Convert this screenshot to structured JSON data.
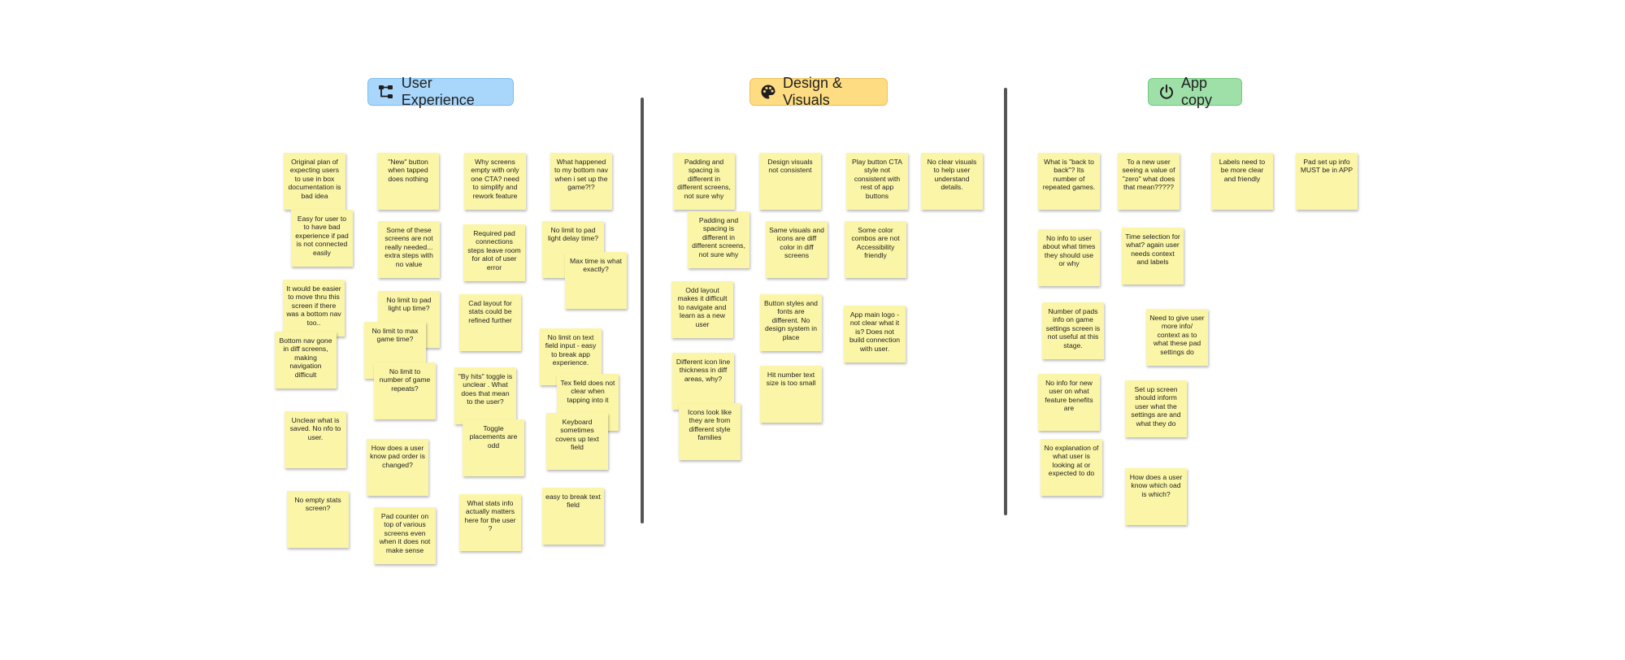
{
  "colors": {
    "ux_header": "#a9d6fb",
    "design_header": "#fddc82",
    "copy_header": "#9fe0a9",
    "sticky": "#fbf6a7",
    "divider": "#555555"
  },
  "sections": [
    {
      "id": "ux",
      "title": "User Experience",
      "icon": "flow-chart-icon"
    },
    {
      "id": "design",
      "title": "Design & Visuals",
      "icon": "palette-icon"
    },
    {
      "id": "copy",
      "title": "App copy",
      "icon": "power-icon"
    }
  ],
  "notes": [
    {
      "section": "ux",
      "text": "Original plan of expecting users to use in box documentation is bad idea"
    },
    {
      "section": "ux",
      "text": "Easy for user to to have bad experience if pad is not connected easily"
    },
    {
      "section": "ux",
      "text": "It would be easier to move thru this screen if there was a bottom nav too.."
    },
    {
      "section": "ux",
      "text": "Bottom nav gone in diff screens, making navigation difficult"
    },
    {
      "section": "ux",
      "text": "Unclear what is saved. No nfo to user."
    },
    {
      "section": "ux",
      "text": "No empty stats screen?"
    },
    {
      "section": "ux",
      "text": "\"New\" button when tapped does nothing"
    },
    {
      "section": "ux",
      "text": "Some of these screens are not really needed... extra steps with no value"
    },
    {
      "section": "ux",
      "text": "No limit to pad light up time?"
    },
    {
      "section": "ux",
      "text": "No limit to max game time?"
    },
    {
      "section": "ux",
      "text": "No limit to number of game repeats?"
    },
    {
      "section": "ux",
      "text": "How does a user know pad order is changed?"
    },
    {
      "section": "ux",
      "text": "Pad counter on top of various screens even when it does not make sense"
    },
    {
      "section": "ux",
      "text": "Why screens empty with only one CTA? need to simplify and rework feature"
    },
    {
      "section": "ux",
      "text": "Required pad connections steps leave room for alot of user error"
    },
    {
      "section": "ux",
      "text": "Cad layout for stats could be refined further"
    },
    {
      "section": "ux",
      "text": "\"By hits\" toggle is unclear . What does that mean to the user?"
    },
    {
      "section": "ux",
      "text": "Toggle placements are odd"
    },
    {
      "section": "ux",
      "text": "What stats info actually matters here for the user ?"
    },
    {
      "section": "ux",
      "text": "What happened to my bottom nav when i set up the game?!?"
    },
    {
      "section": "ux",
      "text": "No limit to pad light delay time?"
    },
    {
      "section": "ux",
      "text": "Max time is what exactly?"
    },
    {
      "section": "ux",
      "text": "No limit on text field input - easy to break app experience."
    },
    {
      "section": "ux",
      "text": "Tex field does not clear when tapping into it"
    },
    {
      "section": "ux",
      "text": "Keyboard sometimes covers up text field"
    },
    {
      "section": "ux",
      "text": "easy to break text field"
    },
    {
      "section": "design",
      "text": "Padding and spacing is different in different screens, not sure why"
    },
    {
      "section": "design",
      "text": "Padding and spacing is different in different screens, not sure why"
    },
    {
      "section": "design",
      "text": "Odd layout makes it difficult to navigate and learn as a new user"
    },
    {
      "section": "design",
      "text": "Different icon line thickness in diff areas, why?"
    },
    {
      "section": "design",
      "text": "Icons look like they are from different style families"
    },
    {
      "section": "design",
      "text": "Design visuals not consistent"
    },
    {
      "section": "design",
      "text": "Same visuals and icons are diff color in diff screens"
    },
    {
      "section": "design",
      "text": "Button styles and fonts are different. No design system in place"
    },
    {
      "section": "design",
      "text": "Hit number text size is too small"
    },
    {
      "section": "design",
      "text": "Play button CTA style not consistent with rest of app buttons"
    },
    {
      "section": "design",
      "text": "Some color combos are not Accessibility friendly"
    },
    {
      "section": "design",
      "text": "App main logo - not clear what it is? Does not build connection with user."
    },
    {
      "section": "design",
      "text": "No clear visuals to help user understand details."
    },
    {
      "section": "copy",
      "text": "What is \"back to back\"? Its number of repeated games."
    },
    {
      "section": "copy",
      "text": "No info to user about what times they should use or why"
    },
    {
      "section": "copy",
      "text": "Number of pads info on game settings screen is not useful at this stage."
    },
    {
      "section": "copy",
      "text": "No info for new user on what feature benefits are"
    },
    {
      "section": "copy",
      "text": "No explanation of what user is looking at or expected to do"
    },
    {
      "section": "copy",
      "text": "To a new user seeing a value of \"zero\" what does that mean?????"
    },
    {
      "section": "copy",
      "text": "Time selection for what? again user needs context and labels"
    },
    {
      "section": "copy",
      "text": "Need to give user more info/ context as to what these pad settings do"
    },
    {
      "section": "copy",
      "text": "Set up screen should inform user what the settings are and what they do"
    },
    {
      "section": "copy",
      "text": "How does a user know which oad is which?"
    },
    {
      "section": "copy",
      "text": "Labels need to be more clear and friendly"
    },
    {
      "section": "copy",
      "text": "Pad set up info MUST be in APP"
    }
  ]
}
